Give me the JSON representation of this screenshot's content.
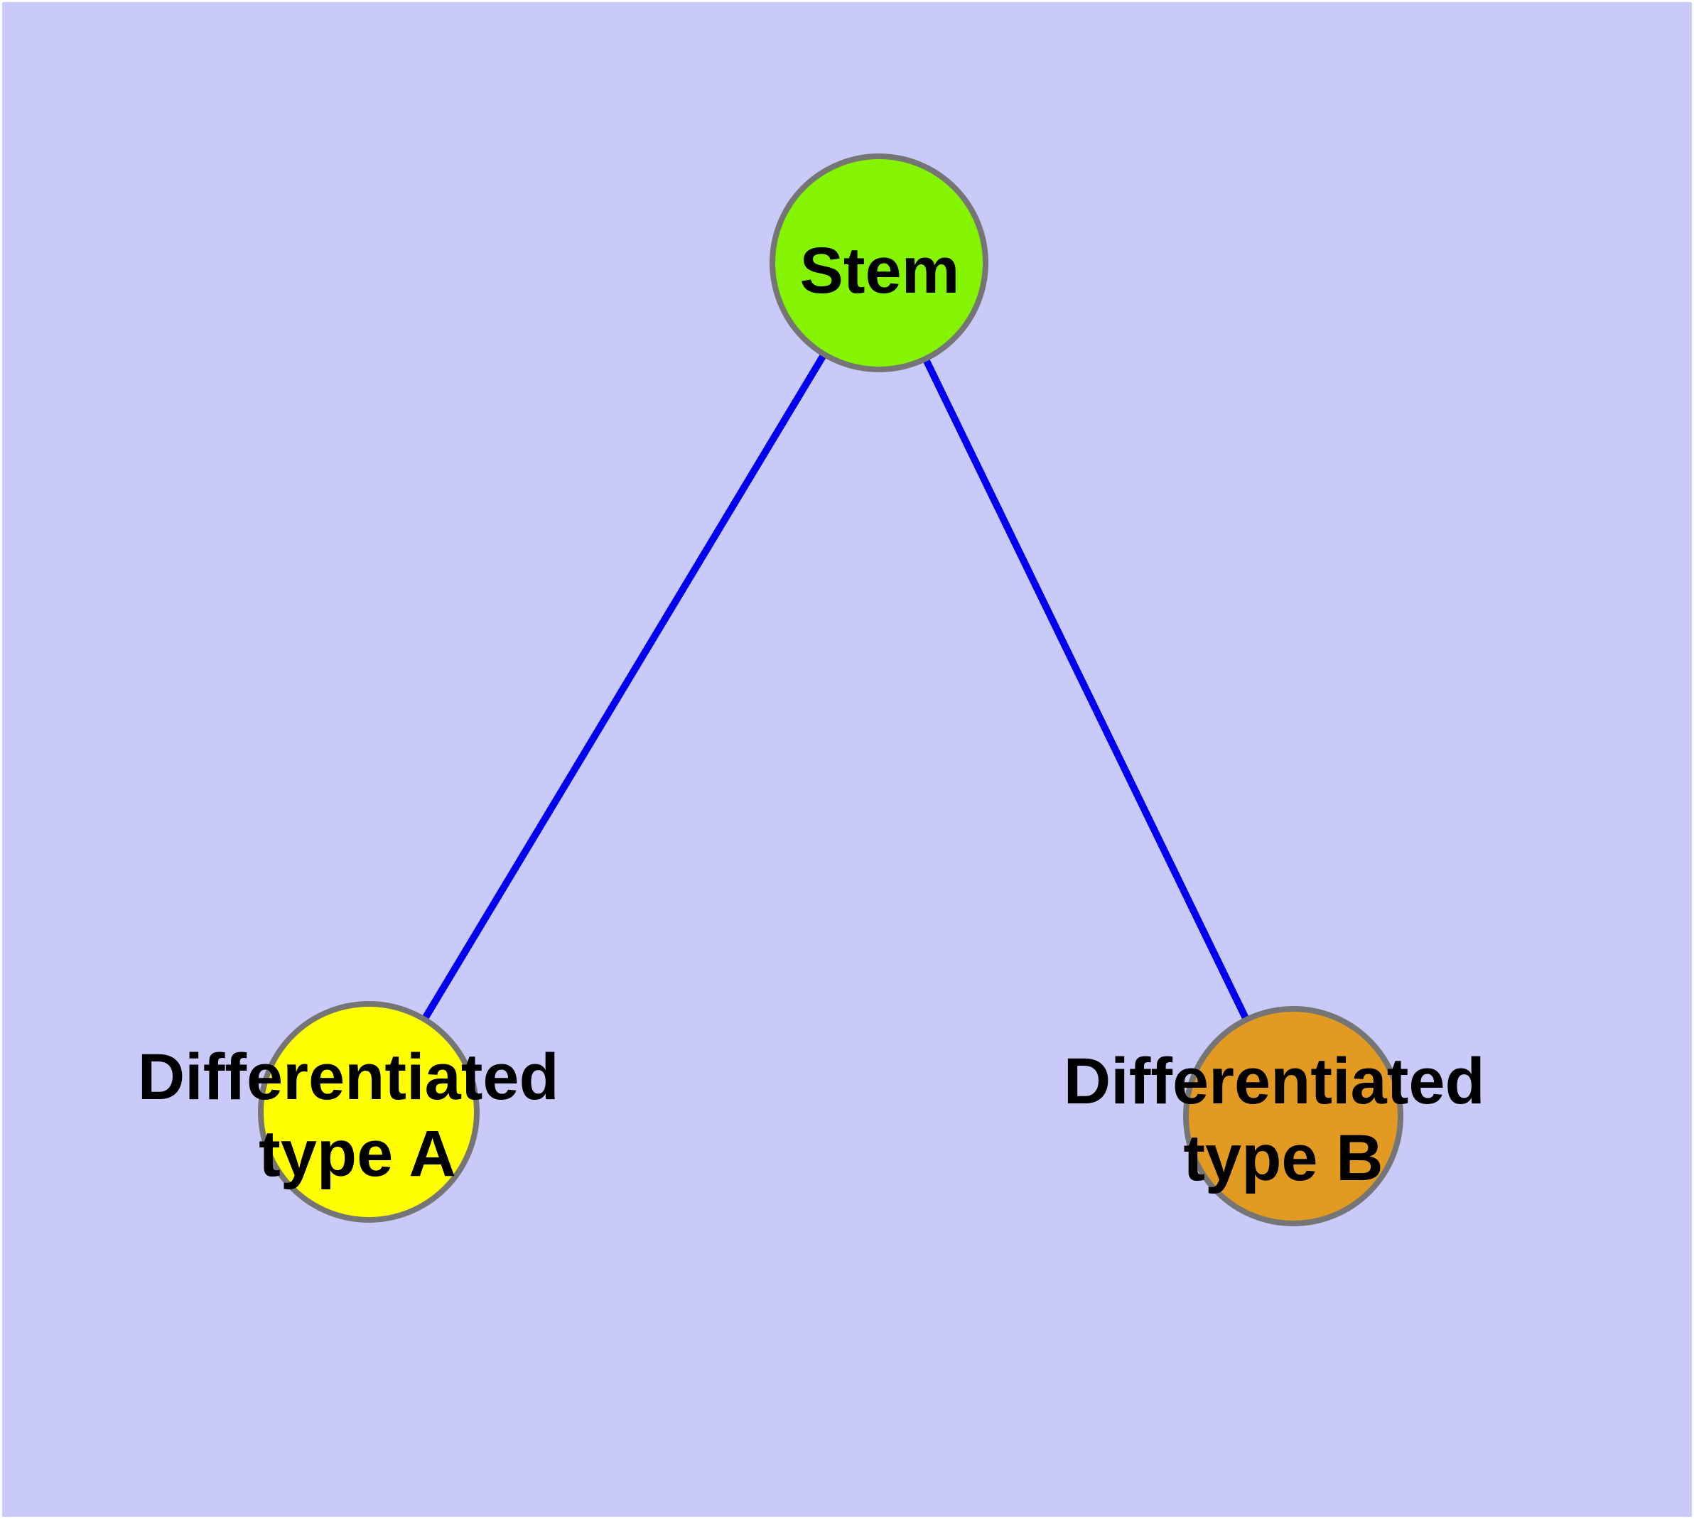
{
  "diagram": {
    "background_color": "#cacaf8",
    "frame_color": "#ffffff",
    "edge_color": "#0000ee",
    "node_border_color": "#757575",
    "label_color": "#000000",
    "nodes": {
      "stem": {
        "label": "Stem",
        "fill": "#85f400"
      },
      "diff_a": {
        "label": "Differentiated type A",
        "line1": "Differentiated",
        "line2": "type A",
        "fill": "#ffff00"
      },
      "diff_b": {
        "label": "Differentiated type B",
        "line1": "Differentiated",
        "line2": "type B",
        "fill": "#e29a22"
      }
    },
    "edges": [
      {
        "from": "Stem",
        "to": "Differentiated type A"
      },
      {
        "from": "Stem",
        "to": "Differentiated type B"
      }
    ]
  }
}
